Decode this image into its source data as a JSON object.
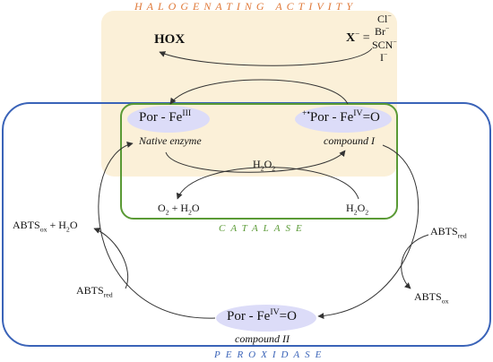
{
  "titles": {
    "halogenating": "HALOGENATING ACTIVITY",
    "catalase": "CATALASE",
    "peroxidase": "PEROXIDASE"
  },
  "halogenating": {
    "hox": "HOX",
    "x_left": "X",
    "x_charge": "−",
    "equals": "=",
    "ions": [
      {
        "base": "Cl",
        "charge": "−"
      },
      {
        "base": "Br",
        "charge": "−"
      },
      {
        "base": "SCN",
        "charge": "−"
      },
      {
        "base": "I",
        "charge": "−"
      }
    ]
  },
  "nodes": {
    "native": {
      "left": "Por",
      "dash": "-",
      "metal": "Fe",
      "ox": "III",
      "caption": "Native enzyme"
    },
    "compound1": {
      "radical": "+•",
      "left": "Por",
      "dash": "-",
      "metal": "Fe",
      "ox": "IV",
      "tail": "=O",
      "caption": "compound I"
    },
    "compound2": {
      "left": "Por",
      "dash": "-",
      "metal": "Fe",
      "ox": "IV",
      "tail": "=O",
      "caption": "compound II"
    }
  },
  "catalase": {
    "h2o2_top": {
      "a": "H",
      "a_sub": "2",
      "b": "O",
      "b_sub": "2"
    },
    "h2o2_right": {
      "a": "H",
      "a_sub": "2",
      "b": "O",
      "b_sub": "2"
    },
    "o2_h2o": {
      "a": "O",
      "a_sub": "2",
      "plus": "+ H",
      "b_sub": "2",
      "b": "O"
    }
  },
  "peroxidase": {
    "abts_ox_h2o": {
      "base": "ABTS",
      "sub": "ox",
      "rest": "+ H",
      "rest_sub": "2",
      "rest2": "O"
    },
    "abts_red_left": {
      "base": "ABTS",
      "sub": "red"
    },
    "abts_red_right": {
      "base": "ABTS",
      "sub": "red"
    },
    "abts_ox_right": {
      "base": "ABTS",
      "sub": "ox"
    }
  },
  "colors": {
    "halogenating_fill": "#fbf0d8",
    "halogenating_title": "#e07a3a",
    "catalase_border": "#5a9a35",
    "peroxidase_border": "#3a63b8",
    "node_fill": "#dcdcf8",
    "arrow": "#333333"
  }
}
